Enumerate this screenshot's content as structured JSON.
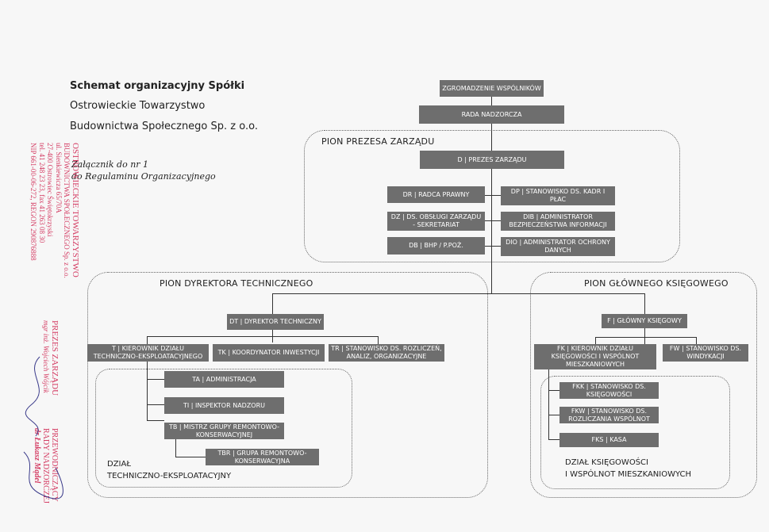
{
  "header": {
    "title": "Schemat organizacyjny Spółki",
    "company_line1": "Ostrowieckie Towarzystwo",
    "company_line2": "Budownictwa Społecznego Sp. z o.o.",
    "annex_line1": "Załącznik do nr 1",
    "annex_line2": "do Regulaminu Organizacyjnego"
  },
  "top": {
    "assembly": "ZGROMADZENIE WSPÓLNIKÓW",
    "board": "RADA NADZORCZA"
  },
  "president": {
    "region_label": "PION PREZESA ZARZĄDU",
    "head": "D | PREZES ZARZĄDU",
    "left": [
      "DR | RADCA PRAWNY",
      "DZ | DS. OBSŁUGI ZARZĄDU - SEKRETARIAT",
      "DB | BHP / P.POŻ."
    ],
    "right": [
      "DP | STANOWISKO DS. KADR I PŁAC",
      "DIB | ADMINISTRATOR BEZPIECZEŃSTWA INFORMACJI",
      "DIO | ADMINISTRATOR OCHRONY DANYCH"
    ]
  },
  "technical": {
    "region_label": "PION DYREKTORA TECHNICZNEGO",
    "head": "DT | DYREKTOR TECHNICZNY",
    "t_box": "T | KIEROWNIK DZIAŁU TECHNICZNO-EKSPLOATACYJNEGO",
    "tk_box": "TK | KOORDYNATOR INWESTYCJI",
    "tr_box": "TR | STANOWISKO DS. ROZLICZEŃ, ANALIZ, ORGANIZACYJNE",
    "ta_box": "TA | ADMINISTRACJA",
    "ti_box": "TI | INSPEKTOR NADZORU",
    "tb_box": "TB | MISTRZ GRUPY REMONTOWO-KONSERWACYJNEJ",
    "tbr_box": "TBR | GRUPA REMONTOWO-KONSERWACYJNA",
    "dept_label_1": "DZIAŁ",
    "dept_label_2": "TECHNICZNO-EKSPLOATACYJNY"
  },
  "finance": {
    "region_label": "PION GŁÓWNEGO KSIĘGOWEGO",
    "head": "F | GŁÓWNY KSIĘGOWY",
    "fk_box": "FK | KIEROWNIK DZIAŁU KSIĘGOWOŚCI I WSPÓLNOT MIESZKANIOWYCH",
    "fw_box": "FW | STANOWISKO DS. WINDYKACJI",
    "fkk_box": "FKK | STANOWISKO DS. KSIĘGOWOŚCI",
    "fkw_box": "FKW | STANOWISKO DS. ROZLICZANIA WSPÓLNOT",
    "fks_box": "FKS | KASA",
    "dept_label_1": "DZIAŁ KSIĘGOWOŚCI",
    "dept_label_2": "I WSPÓLNOT MIESZKANIOWYCH"
  },
  "stamps": {
    "company_lines": [
      "OSTROWIECKIE TOWARZYSTWO",
      "BUDOWNICTWA SPOŁECZNEGO Sp. z o.o.",
      "ul. Sienkiewicza 65/70A",
      "27-400 Ostrowiec Świętokrzyski",
      "tel. 41 248 23 23, fax 41 263 08 30",
      "NIP 661-00-06-272, REGON 290876888"
    ],
    "president_lines": [
      "PREZES ZARZĄDU",
      "mgr inż. Wojciech Wójcik"
    ],
    "board_lines": [
      "PRZEWODNICZĄCY",
      "RADY NADZORCZEJ",
      "dr Łukasz Mądel"
    ]
  },
  "colors": {
    "box": "#6e6e6e",
    "stamp": "#d43c63",
    "line": "#333333"
  }
}
